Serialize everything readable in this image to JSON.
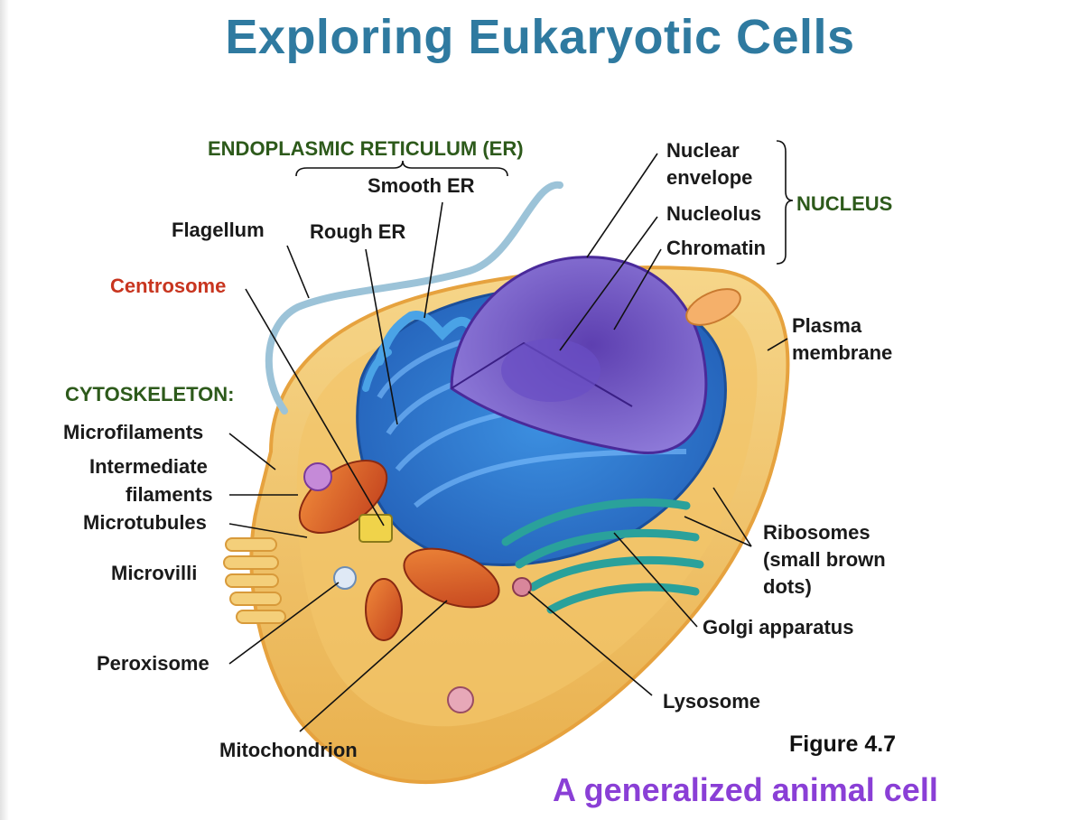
{
  "title": "Exploring Eukaryotic Cells",
  "figure_number": "Figure 4.7",
  "caption": "A generalized animal cell",
  "labels": {
    "er_group": "ENDOPLASMIC RETICULUM (ER)",
    "smooth_er": "Smooth ER",
    "rough_er": "Rough ER",
    "flagellum": "Flagellum",
    "centrosome": "Centrosome",
    "cytoskeleton": "CYTOSKELETON:",
    "microfilaments": "Microfilaments",
    "intermediate_1": "Intermediate",
    "intermediate_2": "filaments",
    "microtubules": "Microtubules",
    "microvilli": "Microvilli",
    "peroxisome": "Peroxisome",
    "mitochondrion": "Mitochondrion",
    "nuclear_1": "Nuclear",
    "nuclear_2": "envelope",
    "nucleolus": "Nucleolus",
    "chromatin": "Chromatin",
    "nucleus_group": "NUCLEUS",
    "plasma_1": "Plasma",
    "plasma_2": "membrane",
    "ribosomes_1": "Ribosomes",
    "ribosomes_2": "(small brown",
    "ribosomes_3": "dots)",
    "golgi": "Golgi apparatus",
    "lysosome": "Lysosome"
  },
  "colors": {
    "title": "#2f7aa0",
    "caption": "#8a3fd6",
    "group_label": "#2d5a1b",
    "centrosome_label": "#c8351f"
  }
}
